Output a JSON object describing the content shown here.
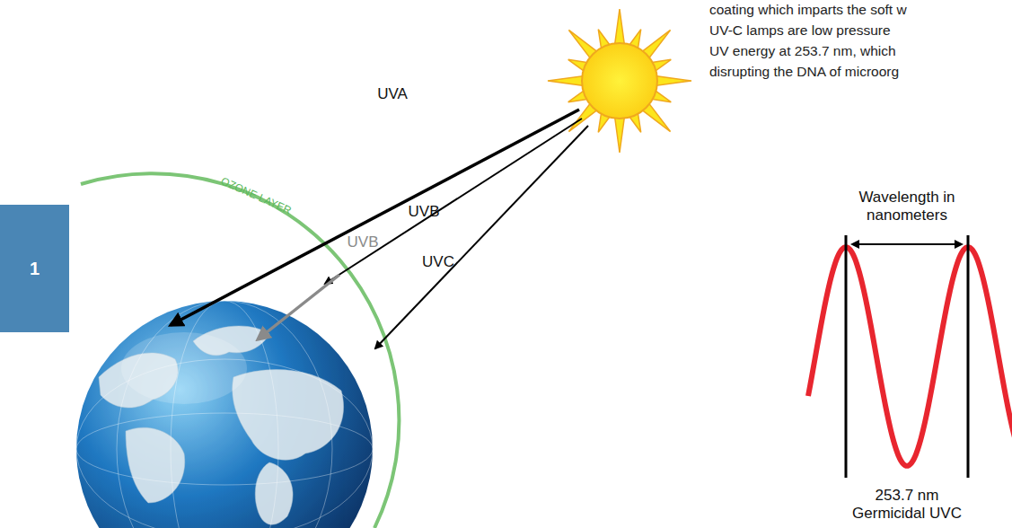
{
  "diagram": {
    "nodes": [
      {
        "text": [
          "1"
        ]
      }
    ],
    "labels": [
      "UVA",
      "UVB",
      "UVC",
      "UVB",
      "OZONE LAYER",
      "coating which imparts the soft w",
      "UV-C lamps are low pressure",
      "UV energy at 253.7 nm, which",
      "disrupting the DNA of microorg",
      "Wavelength in nanometers",
      "253.7 nm Germicidal UVC"
    ]
  }
}
